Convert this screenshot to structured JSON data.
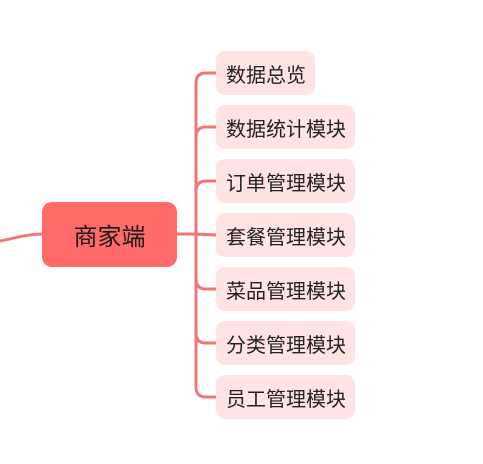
{
  "colors": {
    "root_fill": "#ff6b68",
    "child_fill": "#ffe4e3",
    "connector": "#f07775"
  },
  "root": {
    "label": "商家端"
  },
  "children": [
    {
      "label": "数据总览"
    },
    {
      "label": "数据统计模块"
    },
    {
      "label": "订单管理模块"
    },
    {
      "label": "套餐管理模块"
    },
    {
      "label": "菜品管理模块"
    },
    {
      "label": "分类管理模块"
    },
    {
      "label": "员工管理模块"
    }
  ]
}
